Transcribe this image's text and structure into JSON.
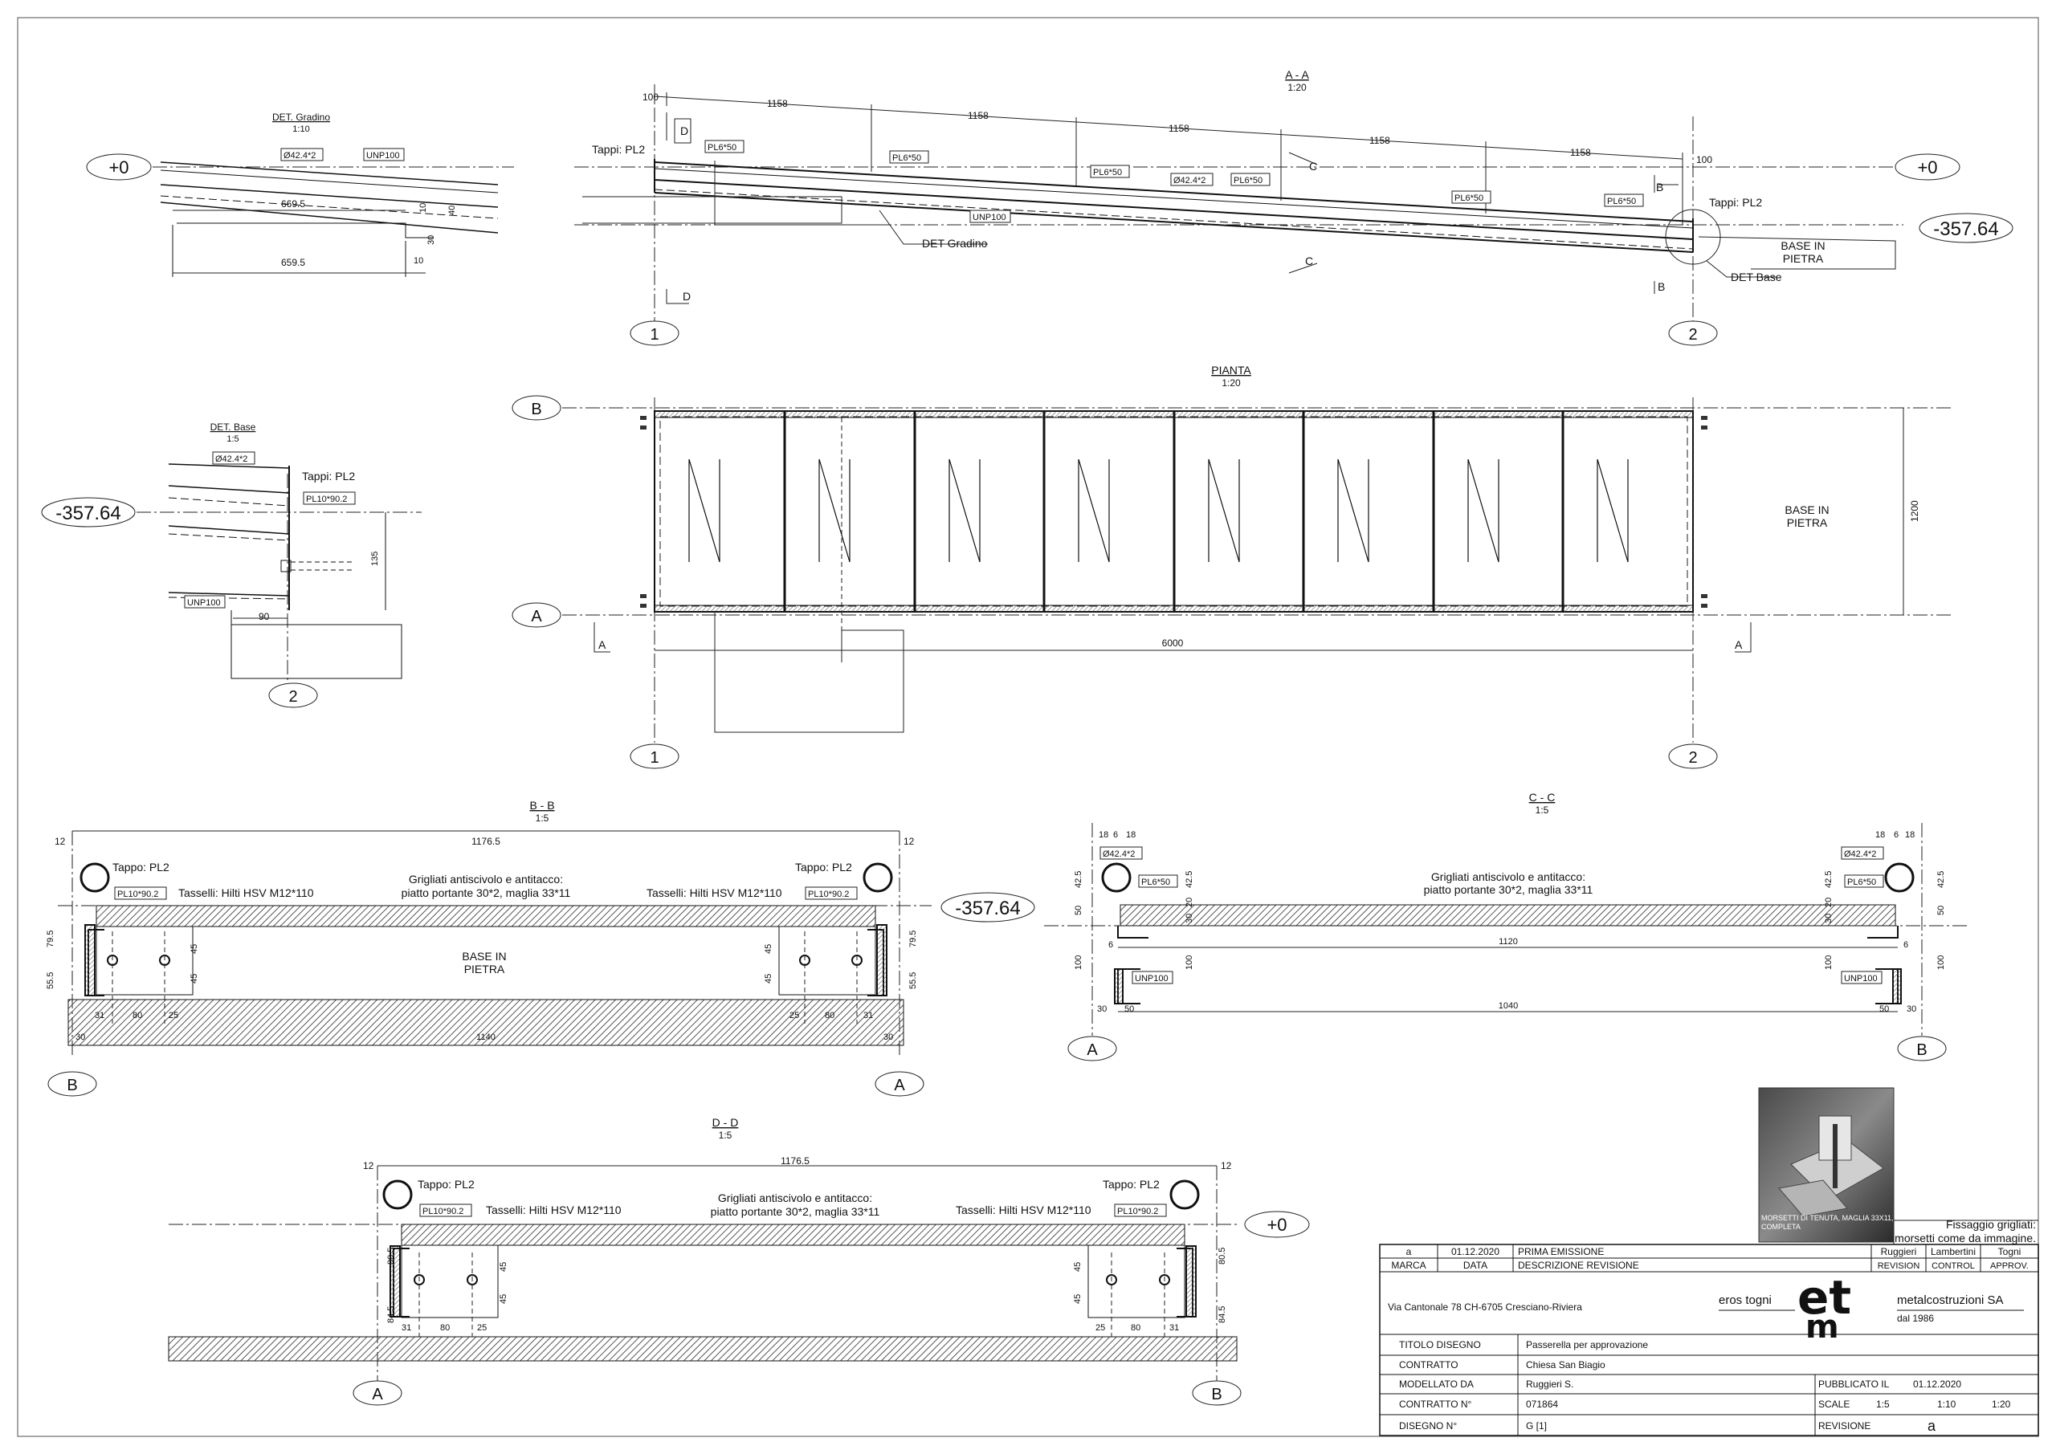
{
  "views": {
    "aa": {
      "title": "A - A",
      "scale": "1:20"
    },
    "pianta": {
      "title": "PIANTA",
      "scale": "1:20"
    },
    "bb": {
      "title": "B - B",
      "scale": "1:5"
    },
    "cc": {
      "title": "C - C",
      "scale": "1:5"
    },
    "dd": {
      "title": "D - D",
      "scale": "1:5"
    },
    "det_gradino": {
      "title": "DET. Gradino",
      "scale": "1:10"
    },
    "det_base": {
      "title": "DET. Base",
      "scale": "1:5"
    }
  },
  "levels": {
    "zero": "+0",
    "base": "-357.64"
  },
  "axes": {
    "one": "1",
    "two": "2",
    "a": "A",
    "b": "B",
    "c": "C",
    "d": "D"
  },
  "labels": {
    "tappi_pl2": "Tappi: PL2",
    "tappo_pl2": "Tappo: PL2",
    "pl6_50": "PL6*50",
    "pl10_90": "PL10*90.2",
    "tube": "Ø42.4*2",
    "unp100": "UNP100",
    "det_gradino_ref": "DET Gradino",
    "det_base_ref": "DET Base",
    "base_line1": "BASE IN",
    "base_line2": "PIETRA",
    "grigliati_1": "Grigliati antiscivolo e antitacco:",
    "grigliati_2": "piatto portante 30*2, maglia 33*11",
    "tasselli": "Tasselli: Hilti HSV M12*110"
  },
  "dims": {
    "d100": "100",
    "d1158": "1158",
    "d6000": "6000",
    "d1200": "1200",
    "d669": "669.5",
    "d659": "659.5",
    "d10": "10",
    "d30": "30",
    "d40": "40",
    "d135": "135",
    "d90": "90",
    "d12": "12",
    "d1176": "1176.5",
    "d79": "79.5",
    "d55": "55.5",
    "d45": "45",
    "d31": "31",
    "d80": "80",
    "d25": "25",
    "d1140": "1140",
    "d18": "18",
    "d6": "6",
    "d42": "42.5",
    "d50": "50",
    "d20": "20",
    "d1120": "1120",
    "d1040": "1040",
    "d80b": "80.5",
    "d84": "84.5"
  },
  "photo": {
    "caption_line1": "MORSETTI DI TENUTA, MAGLIA 33X11,",
    "caption_line2": "COMPLETA",
    "note_line1": "Fissaggio grigliati:",
    "note_line2": "morsetti come da immagine."
  },
  "title_block": {
    "revision": {
      "mark": "a",
      "date": "01.12.2020",
      "desc": "PRIMA EMISSIONE",
      "p1": "Ruggieri",
      "p2": "Lambertini",
      "p3": "Togni"
    },
    "header": {
      "mark": "MARCA",
      "date": "DATA",
      "desc": "DESCRIZIONE REVISIONE",
      "p1": "REVISION",
      "p2": "CONTROL",
      "p3": "APPROV."
    },
    "address": "Via Cantonale 78 CH-6705 Cresciano-Riviera",
    "company_name": "eros togni",
    "logo_top": "et",
    "logo_bottom": "m",
    "company_suffix": "metalcostruzioni SA",
    "since": "dal 1986",
    "rows": [
      {
        "label": "TITOLO DISEGNO",
        "value": "Passerella per approvazione"
      },
      {
        "label": "CONTRATTO",
        "value": "Chiesa San Biagio"
      },
      {
        "label": "MODELLATO DA",
        "value": "Ruggieri S."
      },
      {
        "label": "CONTRATTO N°",
        "value": "071864"
      },
      {
        "label": "DISEGNO N°",
        "value": "G [1]"
      }
    ],
    "published_label": "PUBBLICATO IL",
    "published_value": "01.12.2020",
    "scale_label": "SCALE",
    "scale_1": "1:5",
    "scale_2": "1:10",
    "scale_3": "1:20",
    "revision_label": "REVISIONE",
    "revision_value": "a"
  }
}
